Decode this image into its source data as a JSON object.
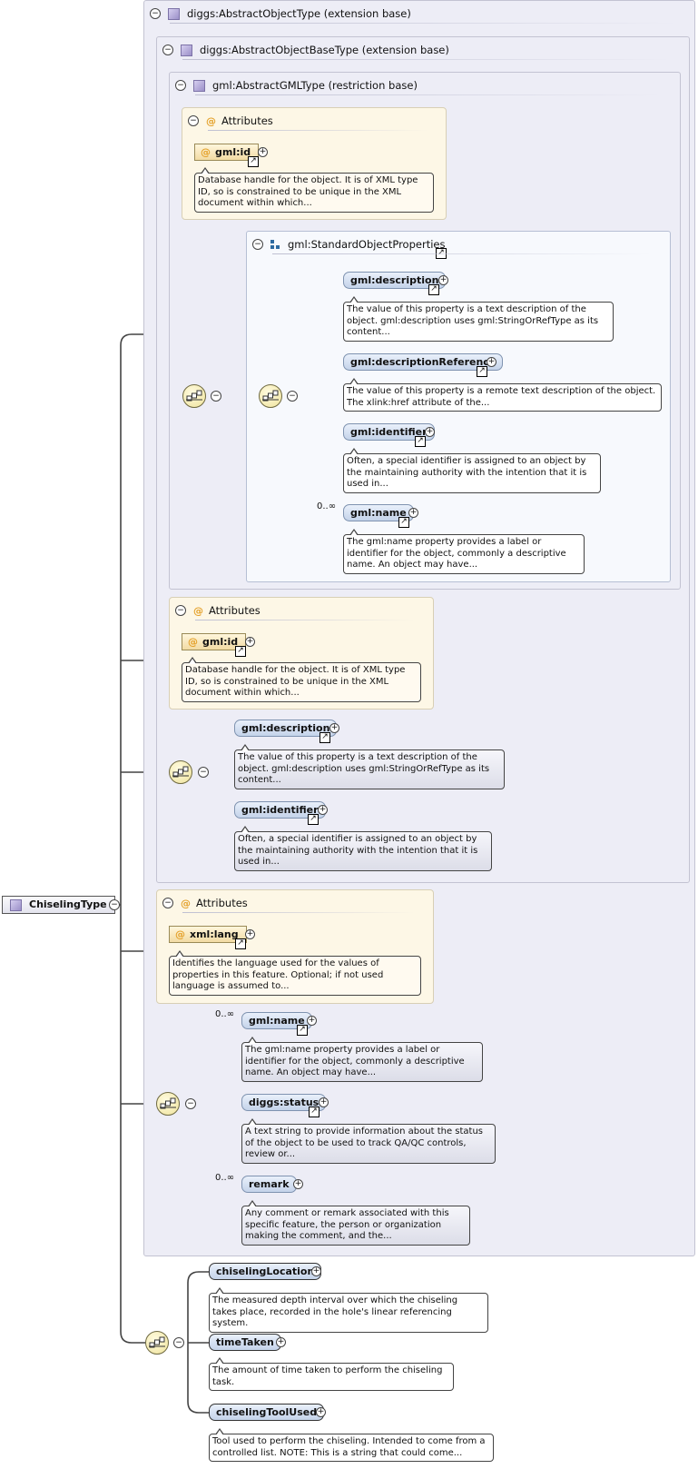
{
  "root": {
    "label": "ChiselingType"
  },
  "ext1": {
    "label": "diggs:AbstractObjectType (extension base)"
  },
  "ext2": {
    "label": "diggs:AbstractObjectBaseType (extension base)"
  },
  "ext3": {
    "label": "gml:AbstractGMLType (restriction base)"
  },
  "group_label": "gml:StandardObjectProperties",
  "attributes_label": "Attributes",
  "gml_id": {
    "name": "gml:id",
    "doc": "Database handle for the object. It is of XML type ID, so is constrained to be unique in the XML document within which..."
  },
  "xml_lang": {
    "name": "xml:lang",
    "doc": "Identifies the language used for the values of properties in this feature. Optional; if not used language is assumed to..."
  },
  "gml_description": {
    "name": "gml:description",
    "doc": "The value of this property is a text description of the object. gml:description uses gml:StringOrRefType as its content..."
  },
  "gml_description_ref": {
    "name": "gml:descriptionReference",
    "doc": "The value of this property is a remote text description of the object. The xlink:href attribute of the..."
  },
  "gml_identifier": {
    "name": "gml:identifier",
    "doc": "Often, a special identifier is assigned to an object by the maintaining authority with the intention that it is used in..."
  },
  "gml_name": {
    "name": "gml:name",
    "doc": "The gml:name property provides a label or identifier for the object, commonly a descriptive name. An object may have..."
  },
  "diggs_status": {
    "name": "diggs:status",
    "doc": "A text string to provide information about the status of the object to be used to track QA/QC controls, review or..."
  },
  "remark": {
    "name": "remark",
    "doc": "Any comment or remark associated with this specific feature, the person or organization making the comment, and the..."
  },
  "chiseling_location": {
    "name": "chiselingLocation",
    "doc": "The measured depth interval over which the chiseling takes place, recorded in the hole's linear referencing system."
  },
  "time_taken": {
    "name": "timeTaken",
    "doc": "The amount of time taken to perform the chiseling task."
  },
  "chiseling_tool": {
    "name": "chiselingToolUsed",
    "doc": "Tool used to perform the chiseling. Intended to come from a controlled list. NOTE: This is a string that could come..."
  },
  "cardinality_many": "0..∞",
  "colors": {
    "container_bg": "#ededf6",
    "attribute_bg": "#fdf7e6",
    "element_fill": "#c4d3ea",
    "attribute_icon": "#e4a12a"
  },
  "icons": [
    "complex-type-icon",
    "attribute-icon",
    "model-group-icon",
    "sequence-compositor-icon",
    "reference-link-icon",
    "expand-icon",
    "collapse-icon"
  ]
}
